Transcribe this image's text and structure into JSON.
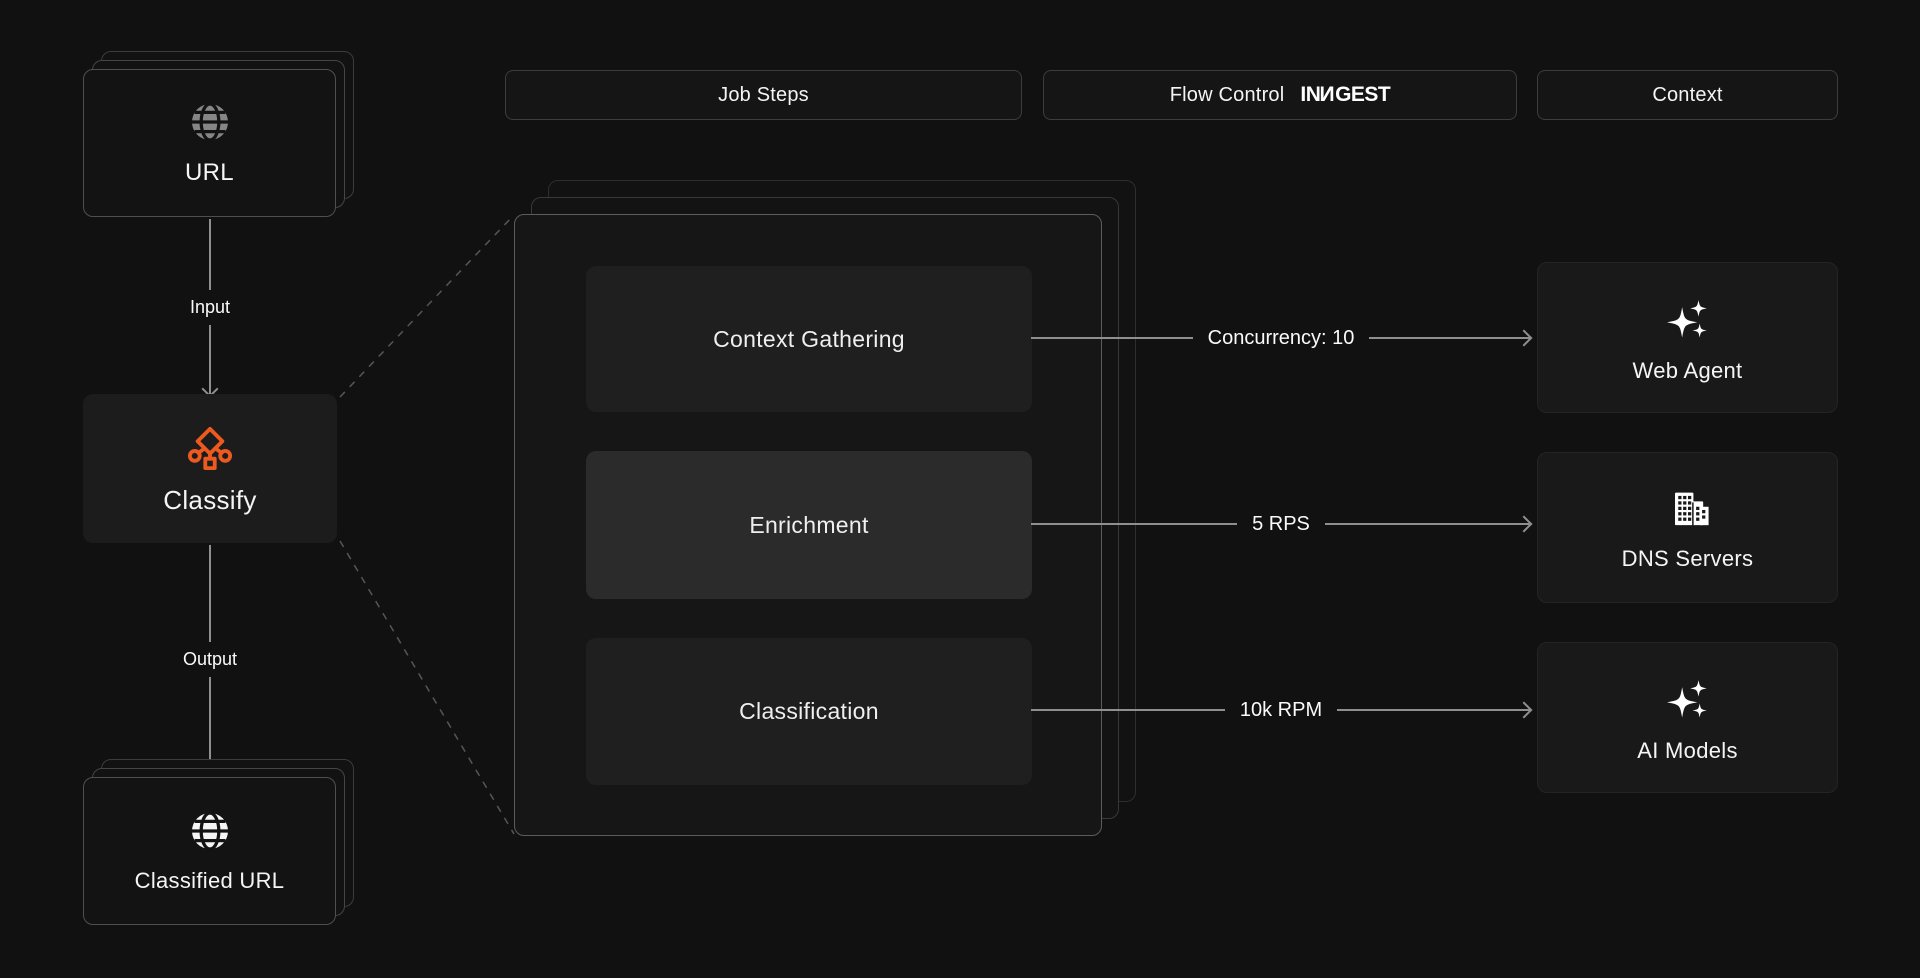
{
  "headers": {
    "job_steps": {
      "label": "Job Steps"
    },
    "flow_control": {
      "label": "Flow Control",
      "logo": {
        "pre": "IN",
        "mirrored": "N",
        "post": "GEST"
      }
    },
    "context": {
      "label": "Context"
    }
  },
  "pipeline": {
    "input_node": {
      "label": "URL",
      "icon": "globe-icon"
    },
    "input_edge_label": "Input",
    "process_node": {
      "label": "Classify",
      "icon": "classify-icon"
    },
    "output_edge_label": "Output",
    "output_node": {
      "label": "Classified URL",
      "icon": "globe-icon"
    }
  },
  "job_steps_panel": {
    "steps": [
      {
        "label": "Context Gathering"
      },
      {
        "label": "Enrichment",
        "highlighted": true
      },
      {
        "label": "Classification"
      }
    ]
  },
  "flow_control_edges": [
    {
      "label": "Concurrency: 10"
    },
    {
      "label": "5 RPS"
    },
    {
      "label": "10k RPM"
    }
  ],
  "context_services": [
    {
      "label": "Web Agent",
      "icon": "sparkles-icon"
    },
    {
      "label": "DNS Servers",
      "icon": "building-icon"
    },
    {
      "label": "AI Models",
      "icon": "sparkles-icon"
    }
  ],
  "colors": {
    "accent_orange": "#ed5a1f",
    "line_gray": "#8f8f8f",
    "panel_border": "#5c5c5c",
    "text": "#f2f2f2",
    "background": "#111111"
  }
}
